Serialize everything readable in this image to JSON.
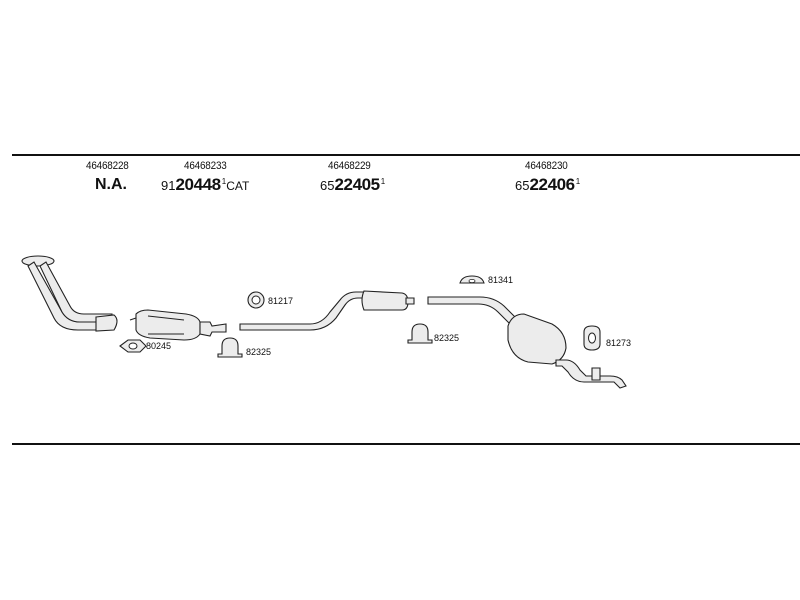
{
  "headers": [
    {
      "part_number": "46468228",
      "code": {
        "text": "N.A."
      }
    },
    {
      "part_number": "46468233",
      "code": {
        "prefix": "91",
        "main": "20448",
        "sup": "1",
        "suffix": "CAT"
      }
    },
    {
      "part_number": "46468229",
      "code": {
        "prefix": "65",
        "main": "22405",
        "sup": "1"
      }
    },
    {
      "part_number": "46468230",
      "code": {
        "prefix": "65",
        "main": "22406",
        "sup": "1"
      }
    }
  ],
  "accessories": {
    "gasket": "80245",
    "clamp_1": "82325",
    "ring": "81217",
    "clamp_2": "82325",
    "hanger": "81341",
    "rubber_mount": "81273"
  }
}
